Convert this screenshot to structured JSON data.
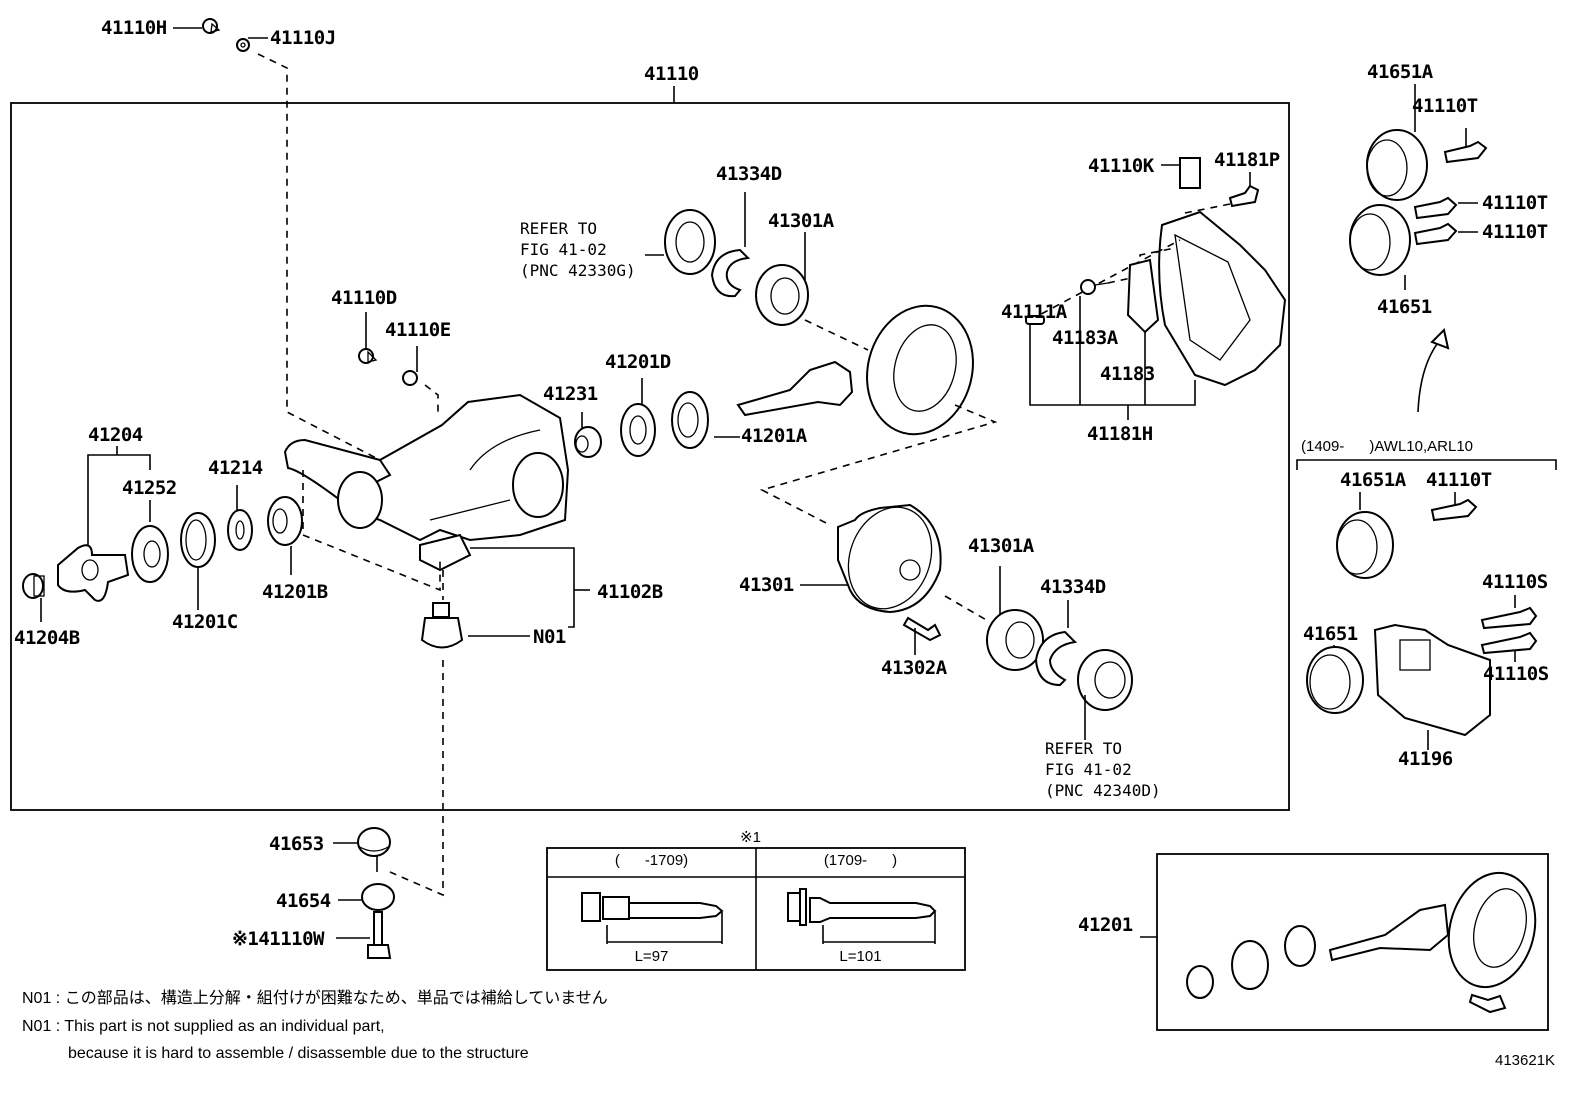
{
  "diagram": {
    "figure_id": "413621K",
    "assembly_label": "41110",
    "labels": {
      "p41110H": "41110H",
      "p41110J": "41110J",
      "p41334D_top": "41334D",
      "p41301A_top": "41301A",
      "p41110K": "41110K",
      "p41181P": "41181P",
      "p41111A": "41111A",
      "p41183A": "41183A",
      "p41183": "41183",
      "p41181H": "41181H",
      "p41110D": "41110D",
      "p41110E": "41110E",
      "p41201D": "41201D",
      "p41231": "41231",
      "p41201A": "41201A",
      "p41204": "41204",
      "p41252": "41252",
      "p41214": "41214",
      "p41201C": "41201C",
      "p41201B": "41201B",
      "p41204B": "41204B",
      "p41102B": "41102B",
      "pN01": "N01",
      "p41301": "41301",
      "p41301A_bot": "41301A",
      "p41334D_bot": "41334D",
      "p41302A": "41302A",
      "p41653": "41653",
      "p41654": "41654",
      "p41110W": "※141110W",
      "p41201": "41201",
      "r41651A_a": "41651A",
      "r41110T_a": "41110T",
      "r41110T_b": "41110T",
      "r41110T_c": "41110T",
      "r41651_a": "41651",
      "r41651A_b": "41651A",
      "r41110T_d": "41110T",
      "r41110S_a": "41110S",
      "r41110S_b": "41110S",
      "r41651_b": "41651",
      "r41196": "41196"
    },
    "refer_top": "REFER TO\nFIG 41-02\n(PNC 42330G)",
    "refer_bottom": "REFER TO\nFIG 41-02\n(PNC 42340D)",
    "variant_header": "(1409-      )AWL10,ARL10"
  },
  "bolt_table": {
    "marker": "※1",
    "columns": [
      {
        "period": "(      -1709)",
        "length": "L=97"
      },
      {
        "period": "(1709-      )",
        "length": "L=101"
      }
    ]
  },
  "notes": {
    "jp": "N01 : この部品は、構造上分解・組付けが困難なため、単品では補給していません",
    "en_line1": "N01 : This part is not supplied as an individual part,",
    "en_line2": "because it is hard to assemble / disassemble due to the structure"
  }
}
